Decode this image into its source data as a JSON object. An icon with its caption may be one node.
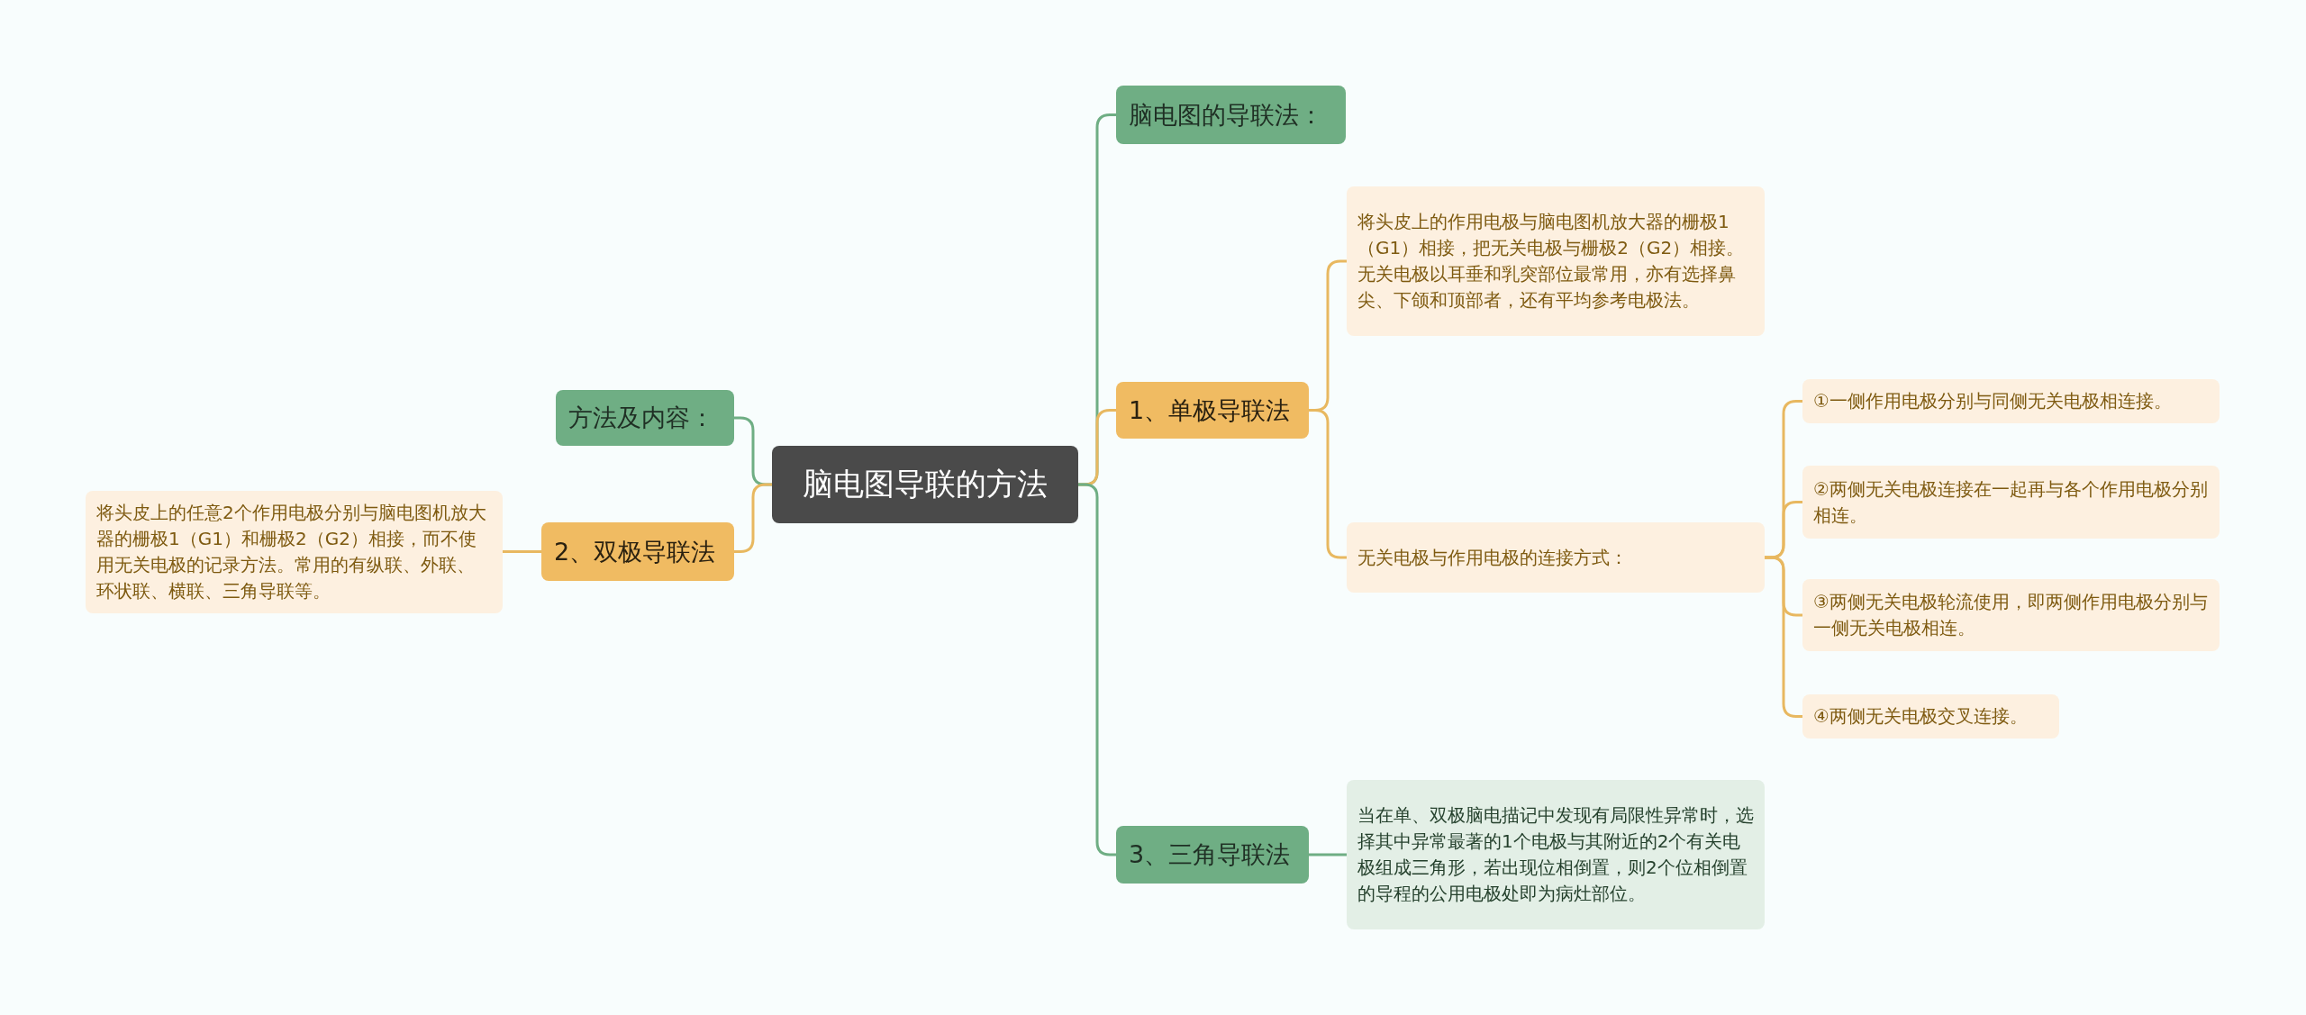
{
  "diagram": {
    "nodes": [
      {
        "text": [
          "脑电图导联的方法"
        ]
      },
      {
        "text": [
          "方法及内容："
        ]
      },
      {
        "text": [
          "2、双极导联法"
        ]
      },
      {
        "text": [
          "将头皮上的任意2个作用电极分别与脑电图机放大器的栅极1（G1）和栅极2（G2）相接，而不使用无关电极的记录方法。常用的有纵联、外联、环状联、横联、三角导联等。"
        ]
      },
      {
        "text": [
          "脑电图的导联法："
        ]
      },
      {
        "text": [
          "1、单极导联法"
        ]
      },
      {
        "text": [
          "将头皮上的作用电极与脑电图机放大器的栅极1（G1）相接，把无关电极与栅极2（G2）相接。无关电极以耳垂和乳突部位最常用，亦有选择鼻尖、下颌和顶部者，还有平均参考电极法。"
        ]
      },
      {
        "text": [
          "无关电极与作用电极的连接方式："
        ]
      },
      {
        "text": [
          "①一侧作用电极分别与同侧无关电极相连接。"
        ]
      },
      {
        "text": [
          "②两侧无关电极连接在一起再与各个作用电极分别相连。"
        ]
      },
      {
        "text": [
          "③两侧无关电极轮流使用，即两侧作用电极分别与一侧无关电极相连。"
        ]
      },
      {
        "text": [
          "④两侧无关电极交叉连接。"
        ]
      },
      {
        "text": [
          "3、三角导联法"
        ]
      },
      {
        "text": [
          "当在单、双极脑电描记中发现有局限性异常时，选择其中异常最著的1个电极与其附近的2个有关电极组成三角形，若出现位相倒置，则2个位相倒置的导程的公用电极处即为病灶部位。"
        ]
      }
    ],
    "edges": [
      {
        "from": 0,
        "to": 1,
        "arrow": "none",
        "color": "#6fae84"
      },
      {
        "from": 0,
        "to": 2,
        "arrow": "none"
      },
      {
        "from": 2,
        "to": 3,
        "arrow": "none"
      },
      {
        "from": 0,
        "to": 4,
        "arrow": "none",
        "color": "#6fae84"
      },
      {
        "from": 0,
        "to": 5,
        "arrow": "none"
      },
      {
        "from": 5,
        "to": 6,
        "arrow": "none"
      },
      {
        "from": 5,
        "to": 7,
        "arrow": "none"
      },
      {
        "from": 7,
        "to": 8,
        "arrow": "none"
      },
      {
        "from": 7,
        "to": 9,
        "arrow": "none"
      },
      {
        "from": 7,
        "to": 10,
        "arrow": "none"
      },
      {
        "from": 7,
        "to": 11,
        "arrow": "none"
      },
      {
        "from": 0,
        "to": 12,
        "arrow": "none",
        "color": "#6fae84"
      },
      {
        "from": 12,
        "to": 13,
        "arrow": "none",
        "color": "#6fae84"
      }
    ]
  }
}
